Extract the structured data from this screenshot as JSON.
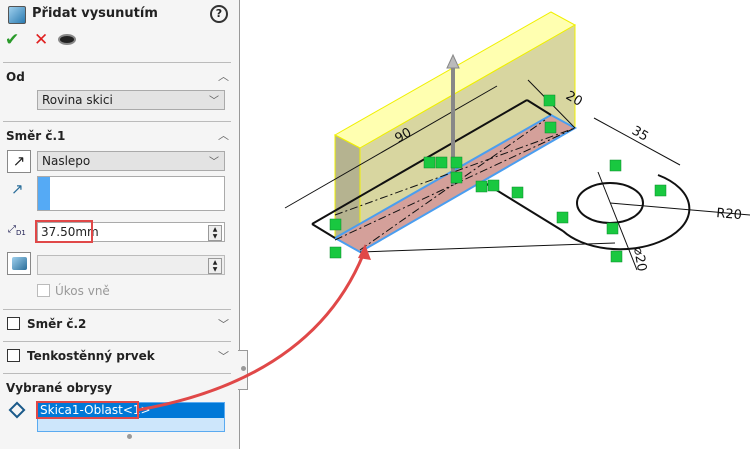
{
  "panel": {
    "title": "Přidat vysunutím",
    "help": "?",
    "od": {
      "label": "Od",
      "value": "Rovina skici"
    },
    "smer1": {
      "label": "Směr č.1",
      "end_condition": "Naslepo",
      "depth": "37.50mm",
      "draft_label": "Úkos vně",
      "depth_icon_label": "D1"
    },
    "smer2": {
      "label": "Směr č.2"
    },
    "thin": {
      "label": "Tenkostěnný prvek"
    },
    "contours": {
      "label": "Vybrané obrysy",
      "item": "Skica1-Oblast<1>"
    }
  },
  "viewport": {
    "dims": {
      "d90": "90",
      "d20": "20",
      "d35": "35",
      "r20": "R20",
      "dia20": "⌀20"
    }
  },
  "colors": {
    "highlight": "#e04848",
    "selection": "#0078d7",
    "preview": "#ffff99"
  }
}
